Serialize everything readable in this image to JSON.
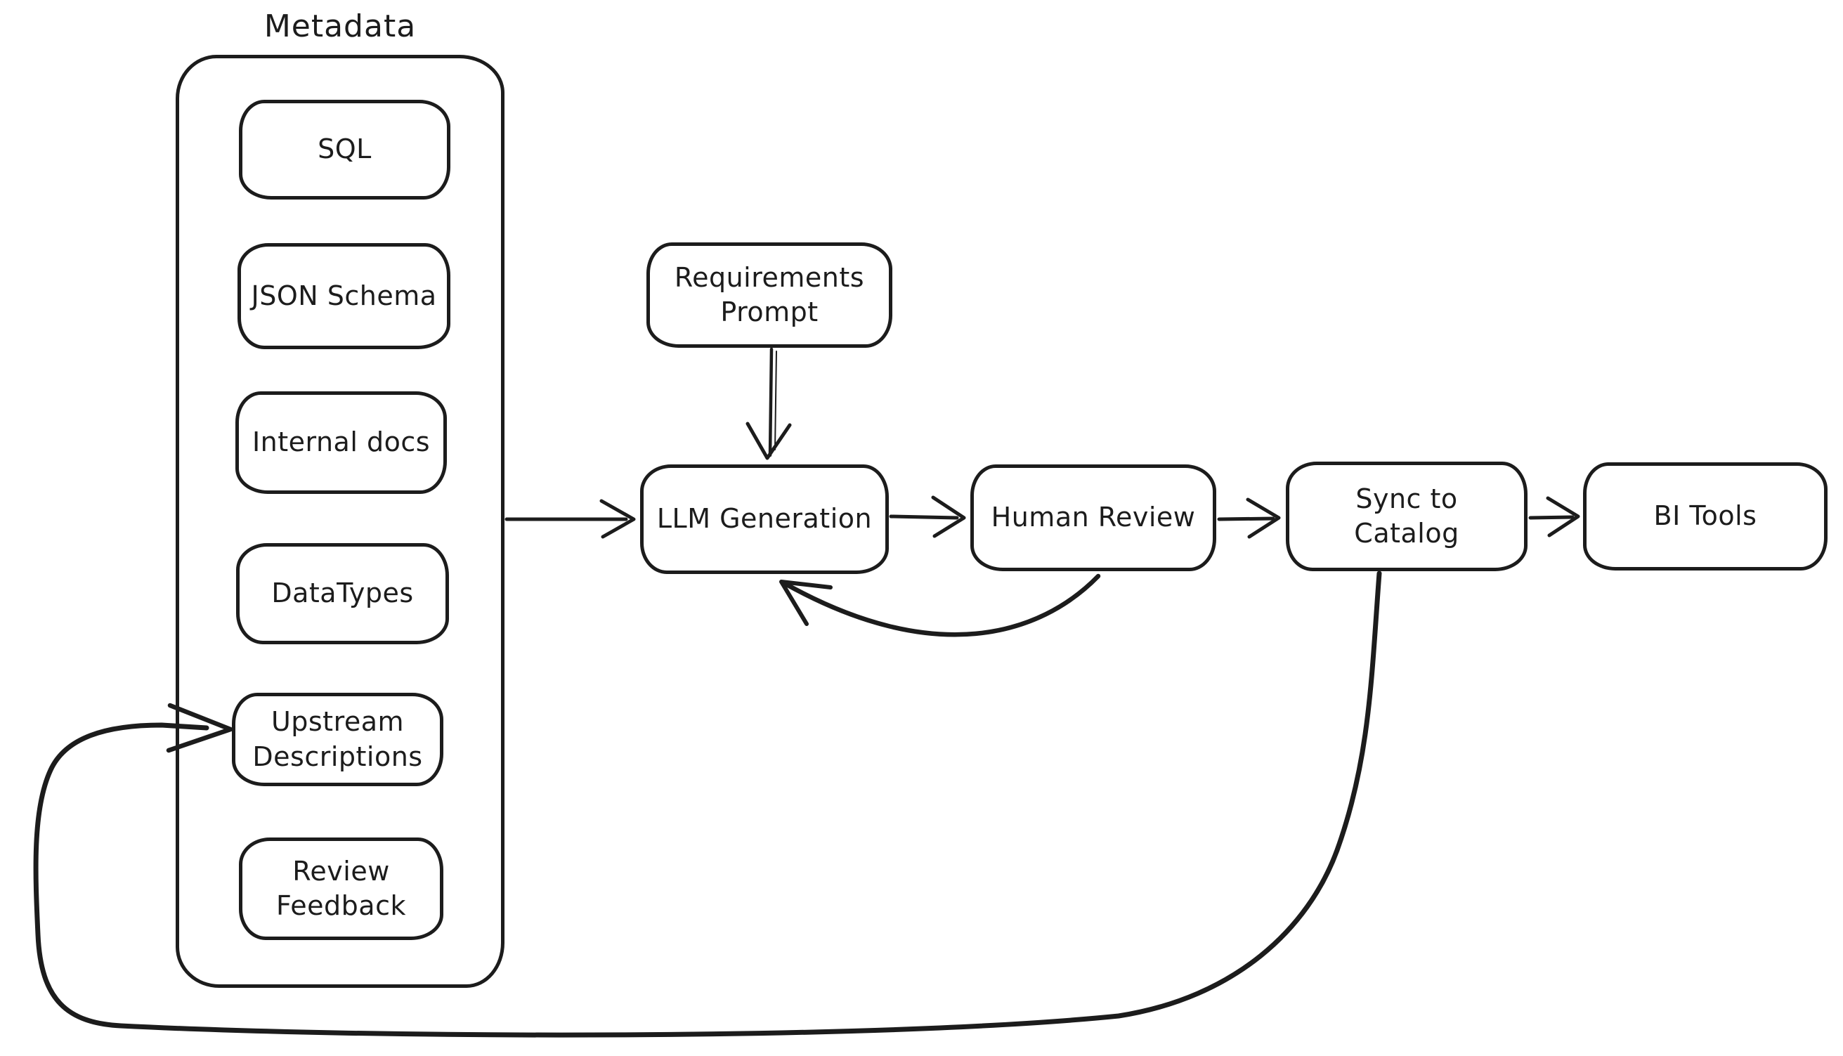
{
  "diagram_type": "flowchart",
  "style": {
    "stroke_color": "#1c1c1c",
    "background_color": "#ffffff"
  },
  "group": {
    "label": "Metadata"
  },
  "nodes": {
    "sql": {
      "label": "SQL"
    },
    "json_schema": {
      "label": "JSON Schema"
    },
    "internal_docs": {
      "label": "Internal docs"
    },
    "datatypes": {
      "label": "DataTypes"
    },
    "upstream_descriptions": {
      "label": "Upstream Descriptions"
    },
    "review_feedback": {
      "label": "Review Feedback"
    },
    "requirements_prompt": {
      "label": "Requirements Prompt"
    },
    "llm_generation": {
      "label": "LLM Generation"
    },
    "human_review": {
      "label": "Human Review"
    },
    "sync_to_catalog": {
      "label": "Sync to Catalog"
    },
    "bi_tools": {
      "label": "BI Tools"
    }
  },
  "edges": [
    {
      "from": "Metadata",
      "to": "LLM Generation"
    },
    {
      "from": "Requirements Prompt",
      "to": "LLM Generation"
    },
    {
      "from": "LLM Generation",
      "to": "Human Review"
    },
    {
      "from": "Human Review",
      "to": "LLM Generation"
    },
    {
      "from": "Human Review",
      "to": "Sync to Catalog"
    },
    {
      "from": "Sync to Catalog",
      "to": "BI Tools"
    },
    {
      "from": "Sync to Catalog",
      "to": "Upstream Descriptions"
    }
  ]
}
